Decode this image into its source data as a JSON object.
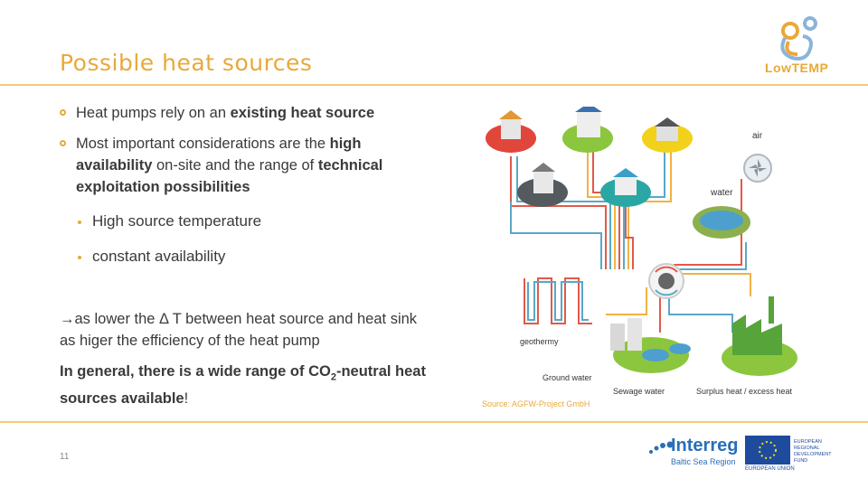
{
  "title": "Possible heat sources",
  "logo": {
    "name": "Low TEMP",
    "text": "LowTEMP"
  },
  "bullets": [
    {
      "pre": "Heat pumps rely on an ",
      "bold": "existing heat source",
      "post": ""
    },
    {
      "pre": "Most important considerations are the ",
      "bold1": "high availability",
      "mid": " on-site and the range of ",
      "bold2": "technical exploitation possibilities"
    }
  ],
  "sub_bullets": [
    "High source temperature",
    "constant availability"
  ],
  "arrow_text": "→as lower the Δ T between heat source and heat sink as higer the efficiency of the heat pump",
  "general": {
    "pre": "In general, there is a wide range of CO",
    "sub": "2",
    "post": "-neutral heat sources available",
    "end": "!"
  },
  "page_number": "11",
  "diagram": {
    "labels": {
      "air": "air",
      "water": "water",
      "geothermy": "geothermy",
      "ground_water": "Ground water",
      "sewage": "Sewage water",
      "surplus": "Surplus heat / excess heat"
    },
    "source": "Source: AGFW-Project GmbH",
    "colors": {
      "red": "#e0463a",
      "green": "#8cc63e",
      "yellow": "#f2d11b",
      "grey": "#555a5e",
      "teal": "#2aa7a5",
      "pipe_red": "#e05a4a",
      "pipe_blue": "#5aa7c8",
      "pipe_orange": "#f0b243"
    }
  },
  "footer": {
    "program": "Interreg",
    "region": "Baltic Sea Region",
    "eu_text": "EUROPEAN REGIONAL DEVELOPMENT FUND",
    "eu_label": "EUROPEAN UNION"
  },
  "accent": "#e8a93a"
}
